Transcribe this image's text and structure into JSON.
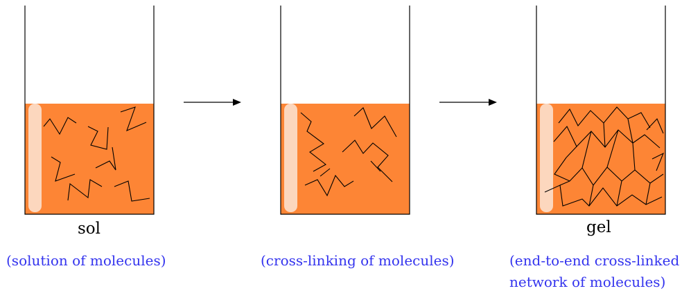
{
  "stages": [
    {
      "label": "sol",
      "caption": "(solution of molecules)"
    },
    {
      "label": "",
      "caption": "(cross-linking of molecules)"
    },
    {
      "label": "gel",
      "caption_lines": [
        "(end-to-end cross-linked",
        "network of molecules)"
      ]
    }
  ],
  "colors": {
    "liquid": "#FD8535",
    "glass": "#000000",
    "highlight": "#FBE5D6",
    "caption": "#3333EE",
    "label": "#000000"
  }
}
